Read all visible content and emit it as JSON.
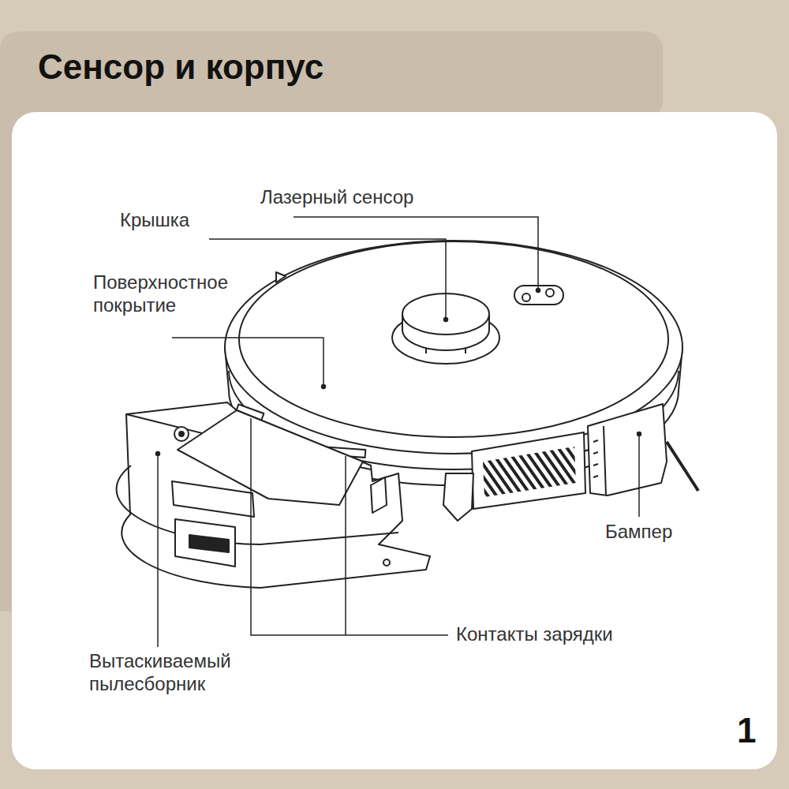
{
  "diagram": {
    "title": "Сенсор и корпус",
    "labels": [
      "Лазерный сенсор",
      "Крышка",
      "Поверхностное покрытие",
      "Бампер",
      "Контакты зарядки",
      "Вытаскиваемый пылесборник",
      "1"
    ]
  }
}
